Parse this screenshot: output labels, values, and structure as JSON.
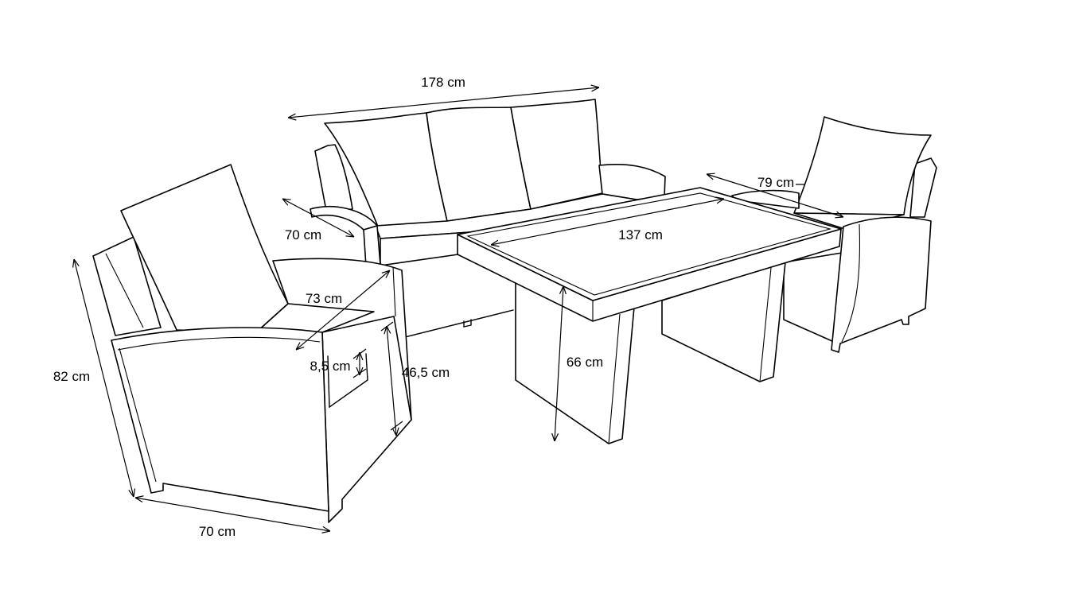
{
  "colors": {
    "line": "#000000",
    "background": "#ffffff"
  },
  "dimensions": {
    "sofa_width": "178 cm",
    "sofa_depth": "70 cm",
    "right_chair_depth": "79 cm",
    "table_length": "137 cm",
    "chair_seat_depth": "73 cm",
    "chair_height": "82 cm",
    "armrest_above_seat": "8,5 cm",
    "seat_height": "46,5 cm",
    "table_height": "66 cm",
    "chair_width": "70 cm"
  }
}
